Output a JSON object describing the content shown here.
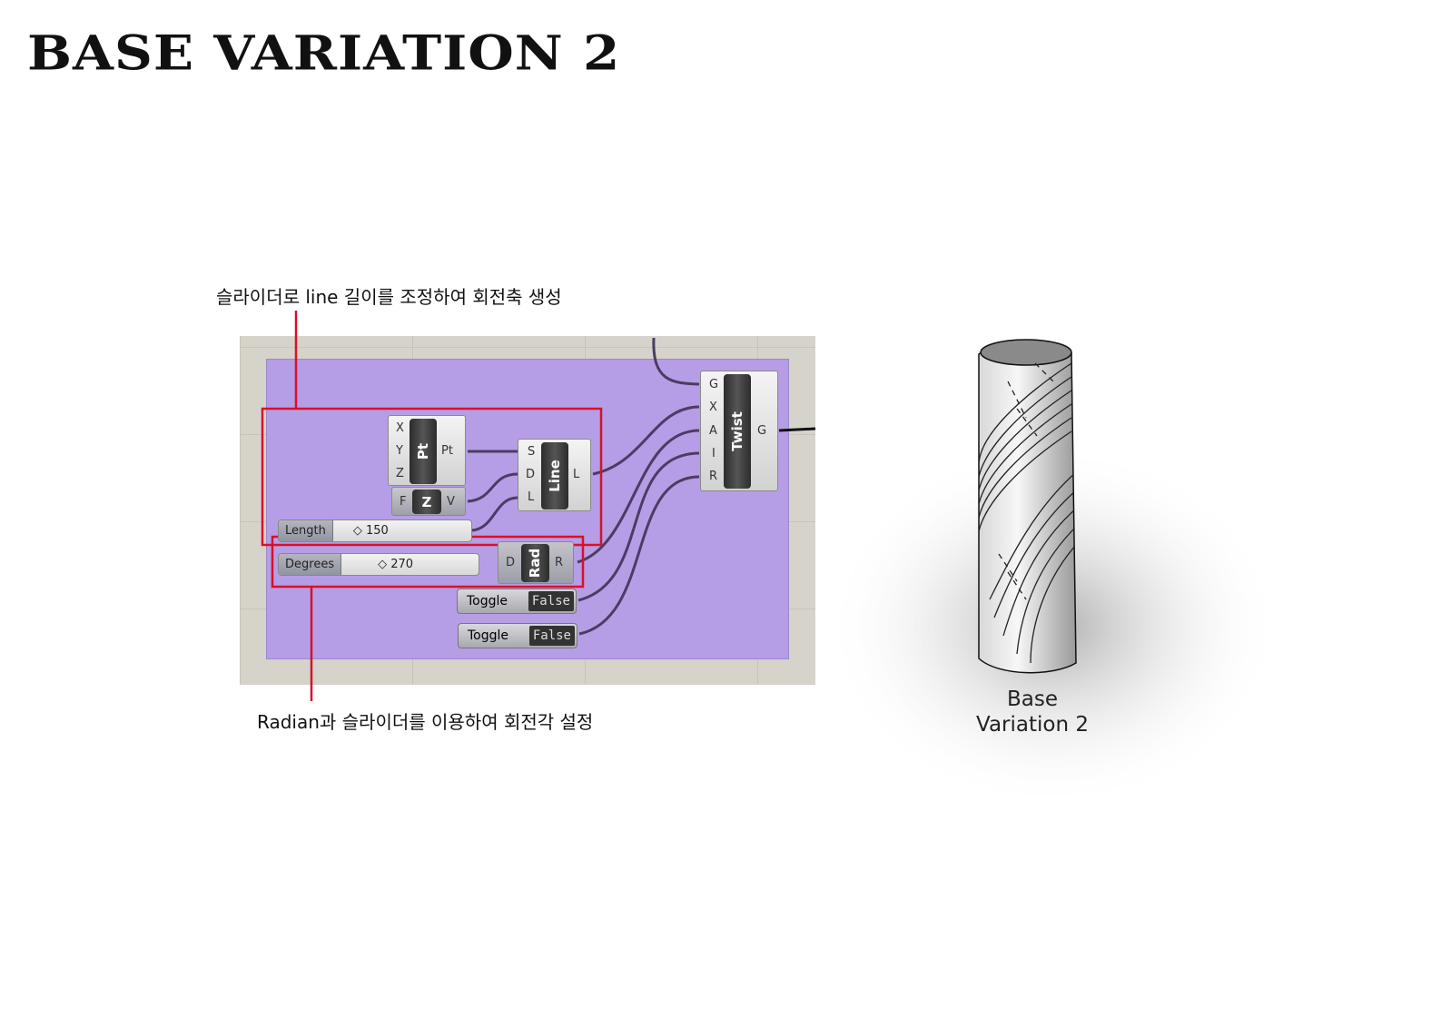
{
  "title": "BASE VARIATION 2",
  "annotations": {
    "top": "슬라이더로 line 길이를 조정하여 회전축 생성",
    "bottom": "Radian과 슬라이더를 이용하여 회전각 설정"
  },
  "components": {
    "pt": {
      "name": "Pt",
      "inputs": [
        "X",
        "Y",
        "Z"
      ],
      "output": "Pt"
    },
    "vector": {
      "name": "Z",
      "input": "F",
      "output": "V"
    },
    "line": {
      "name": "Line",
      "inputs": [
        "S",
        "D",
        "L"
      ],
      "output": "L"
    },
    "length_slider": {
      "label": "Length",
      "value": "150"
    },
    "degrees_slider": {
      "label": "Degrees",
      "value": "270"
    },
    "rad": {
      "name": "Rad",
      "input": "D",
      "output": "R"
    },
    "toggle1": {
      "label": "Toggle",
      "value": "False"
    },
    "toggle2": {
      "label": "Toggle",
      "value": "False"
    },
    "twist": {
      "name": "Twist",
      "inputs": [
        "G",
        "X",
        "A",
        "I",
        "R"
      ],
      "output": "G"
    }
  },
  "render_caption": {
    "line1": "Base",
    "line2": "Variation 2"
  },
  "colors": {
    "group": "#b59ee6",
    "highlight": "#d9102a",
    "canvas": "#d6d3cb"
  }
}
